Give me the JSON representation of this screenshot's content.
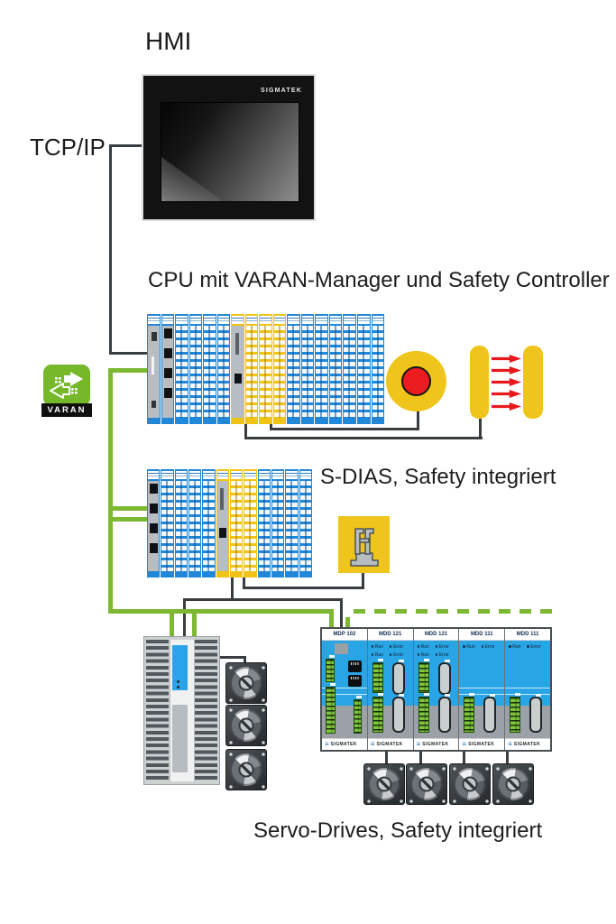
{
  "labels": {
    "hmi": "HMI",
    "tcp_ip": "TCP/IP",
    "cpu": "CPU mit VARAN-Manager und Safety Controller",
    "sdias": "S-DIAS, Safety integriert",
    "servo": "Servo-Drives, Safety integriert"
  },
  "hmi_panel": {
    "brand": "SIGMATEK"
  },
  "varan": {
    "label": "VARAN"
  },
  "cpu_rack": {
    "modules": [
      "cpu",
      "iface",
      "blue",
      "blue",
      "blue",
      "blue",
      "safety",
      "yellow",
      "yellow",
      "yellow",
      "blue",
      "blue",
      "blue",
      "blue",
      "blue",
      "blue",
      "blue"
    ]
  },
  "sdias_rack": {
    "modules": [
      "iface",
      "blue",
      "blue",
      "blue",
      "blue",
      "safety",
      "yellow",
      "yellow",
      "blue",
      "blue",
      "blue",
      "blue"
    ]
  },
  "drive_station": {
    "brand": "SIGMATEK",
    "led_labels": [
      "Run",
      "Error"
    ],
    "modules": [
      {
        "label": "MDP 102",
        "type": "mdp",
        "led_rows": 0
      },
      {
        "label": "MDD 121",
        "type": "mdd2",
        "led_rows": 2
      },
      {
        "label": "MDD 121",
        "type": "mdd2",
        "led_rows": 2
      },
      {
        "label": "MDD 111",
        "type": "mdd1",
        "led_rows": 1
      },
      {
        "label": "MDD 111",
        "type": "mdd1",
        "led_rows": 1
      }
    ],
    "motor_count": 4
  },
  "left_motor_count": 3,
  "colors": {
    "bus_green": "#7cb832",
    "varan_green": "#76b829",
    "module_blue": "#2187d8",
    "drive_blue": "#29a4e4",
    "safety_yellow": "#f0c316",
    "alert_red": "#e8191d",
    "line_dark": "#3a3e41"
  }
}
